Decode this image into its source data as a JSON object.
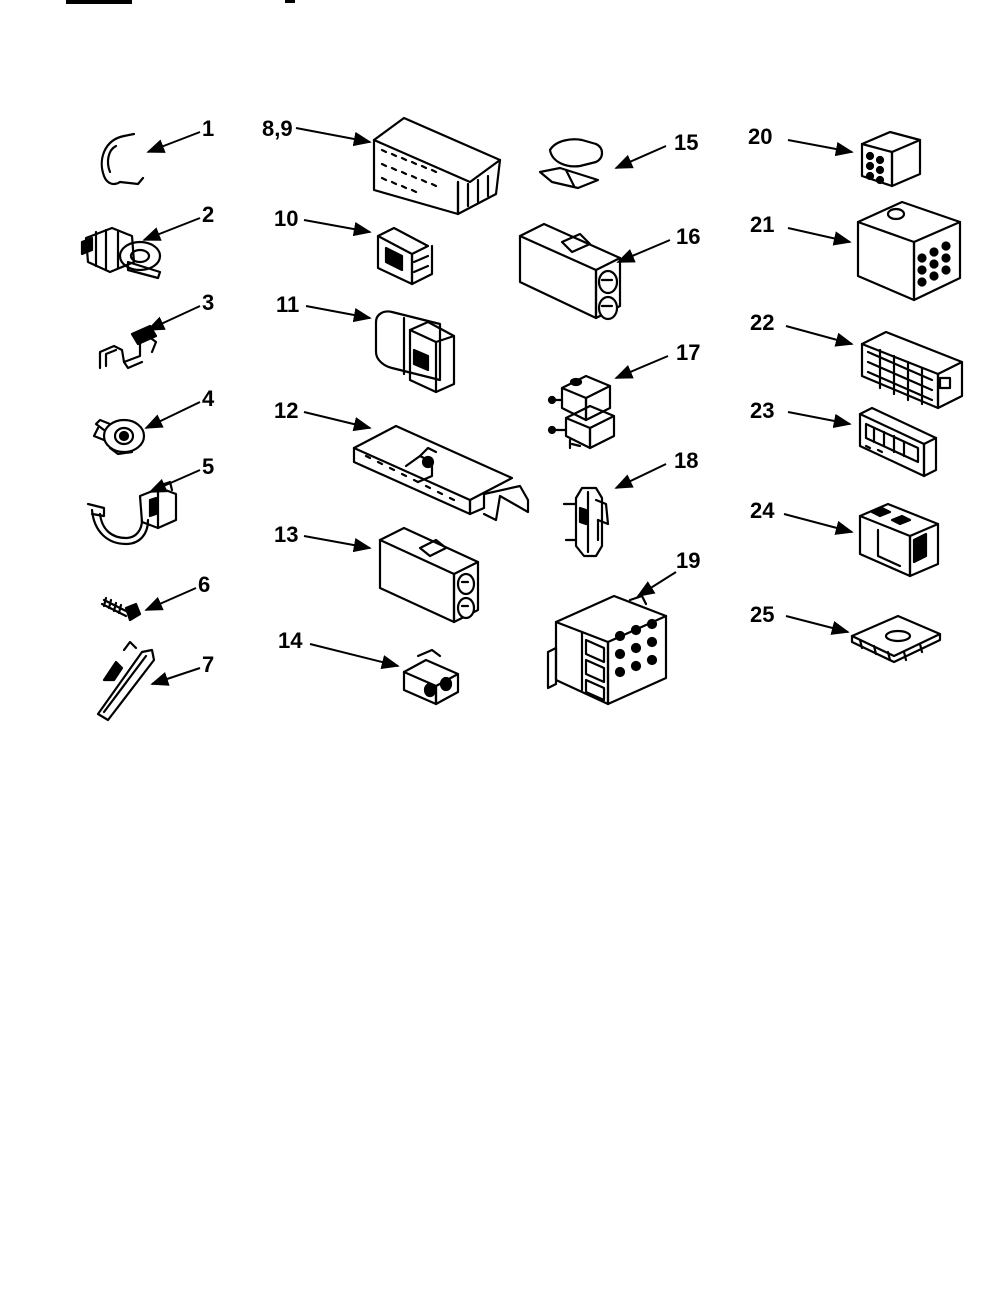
{
  "diagram": {
    "callouts": [
      {
        "id": "p1",
        "label": "1"
      },
      {
        "id": "p2",
        "label": "2"
      },
      {
        "id": "p3",
        "label": "3"
      },
      {
        "id": "p4",
        "label": "4"
      },
      {
        "id": "p5",
        "label": "5"
      },
      {
        "id": "p6",
        "label": "6"
      },
      {
        "id": "p7",
        "label": "7"
      },
      {
        "id": "p8_9",
        "label": "8,9"
      },
      {
        "id": "p10",
        "label": "10"
      },
      {
        "id": "p11",
        "label": "11"
      },
      {
        "id": "p12",
        "label": "12"
      },
      {
        "id": "p13",
        "label": "13"
      },
      {
        "id": "p14",
        "label": "14"
      },
      {
        "id": "p15",
        "label": "15"
      },
      {
        "id": "p16",
        "label": "16"
      },
      {
        "id": "p17",
        "label": "17"
      },
      {
        "id": "p18",
        "label": "18"
      },
      {
        "id": "p19",
        "label": "19"
      },
      {
        "id": "p20",
        "label": "20"
      },
      {
        "id": "p21",
        "label": "21"
      },
      {
        "id": "p22",
        "label": "22"
      },
      {
        "id": "p23",
        "label": "23"
      },
      {
        "id": "p24",
        "label": "24"
      },
      {
        "id": "p25",
        "label": "25"
      }
    ]
  }
}
